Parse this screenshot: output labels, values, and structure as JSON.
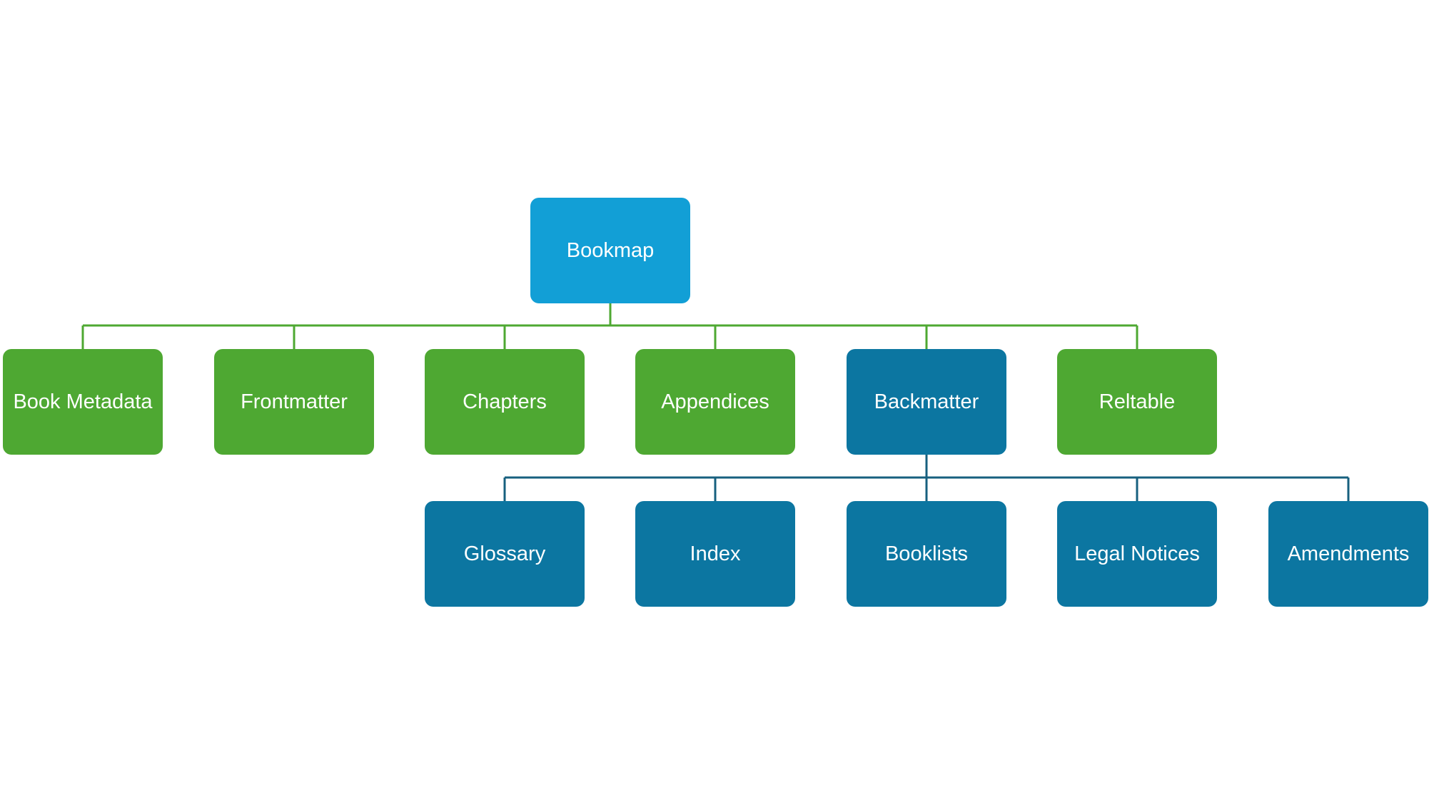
{
  "colors": {
    "root": "#129fd6",
    "level1": "#4ea832",
    "backmatter": "#0c76a1",
    "level2": "#0c76a1",
    "connector_green": "#4ea832",
    "connector_blue": "#17607f"
  },
  "root": {
    "label": "Bookmap"
  },
  "level1": [
    {
      "label": "Book Metadata"
    },
    {
      "label": "Frontmatter"
    },
    {
      "label": "Chapters"
    },
    {
      "label": "Appendices"
    },
    {
      "label": "Backmatter"
    },
    {
      "label": "Reltable"
    }
  ],
  "level2": [
    {
      "label": "Glossary"
    },
    {
      "label": "Index"
    },
    {
      "label": "Booklists"
    },
    {
      "label": "Legal Notices"
    },
    {
      "label": "Amendments"
    }
  ]
}
